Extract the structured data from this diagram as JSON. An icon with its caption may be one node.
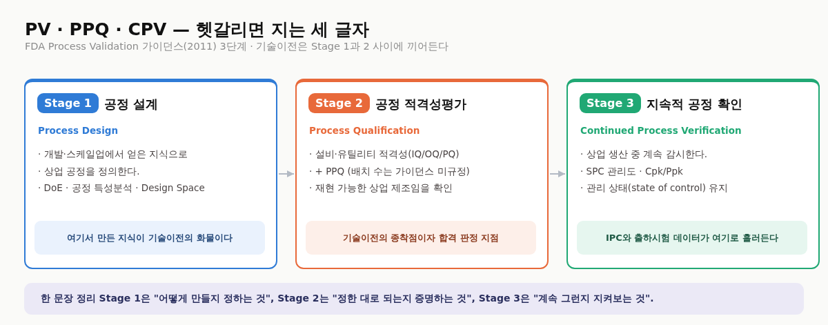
{
  "diagram": {
    "title": "PV · PPQ · CPV — 헷갈리면 지는 세 글자",
    "nodes": [
      {
        "text": [
          "공정 설계",
          "Process Design",
          "· 개발·스케일업에서 얻은 지식으로",
          "· 상업 공정을 정의한다.",
          "· DoE · 공정 특성분석 · Design Space"
        ]
      },
      {
        "text": [
          "Stage 1"
        ],
        "in": 0
      },
      {
        "text": [
          "여기서 만든 지식이 기술이전의 화물이다"
        ],
        "in": 0
      },
      {
        "text": [
          "공정 적격성평가",
          "Process Qualification",
          "· 설비·유틸리티 적격성(IQ/OQ/PQ)",
          "· + PPQ (배치 수는 가이던스 미규정)",
          "· 재현 가능한 상업 제조임을 확인"
        ]
      },
      {
        "text": [
          "Stage 2"
        ],
        "in": 3
      },
      {
        "text": [
          "기술이전의 종착점이자 합격 판정 지점"
        ],
        "in": 3
      },
      {
        "text": [
          "지속적 공정 확인",
          "Continued Process Verification",
          "· 상업 생산 중 계속 감시한다.",
          "· SPC 관리도 · Cpk/Ppk",
          "· 관리 상태(state of control) 유지"
        ]
      },
      {
        "text": [
          "Stage 3"
        ],
        "in": 6
      },
      {
        "text": [
          "IPC와 출하시험 데이터가 여기로 흘러든다"
        ],
        "in": 6
      },
      {
        "text": [
          "한 문장 정리 Stage 1은 \"어떻게 만들지 정하는 것\", Stage 2는 \"정한 대로 되는지 증명하는 것\", Stage 3은 \"계속 그런지 지켜보는 것\"."
        ]
      }
    ],
    "edges": [
      {
        "from": 0,
        "to": 3,
        "arrow": "to"
      },
      {
        "from": 3,
        "to": 6,
        "arrow": "to"
      }
    ],
    "labels": [
      "FDA Process Validation 가이던스(2011) 3단계 · 기술이전은 Stage 1과 2 사이에 끼어든다"
    ]
  }
}
